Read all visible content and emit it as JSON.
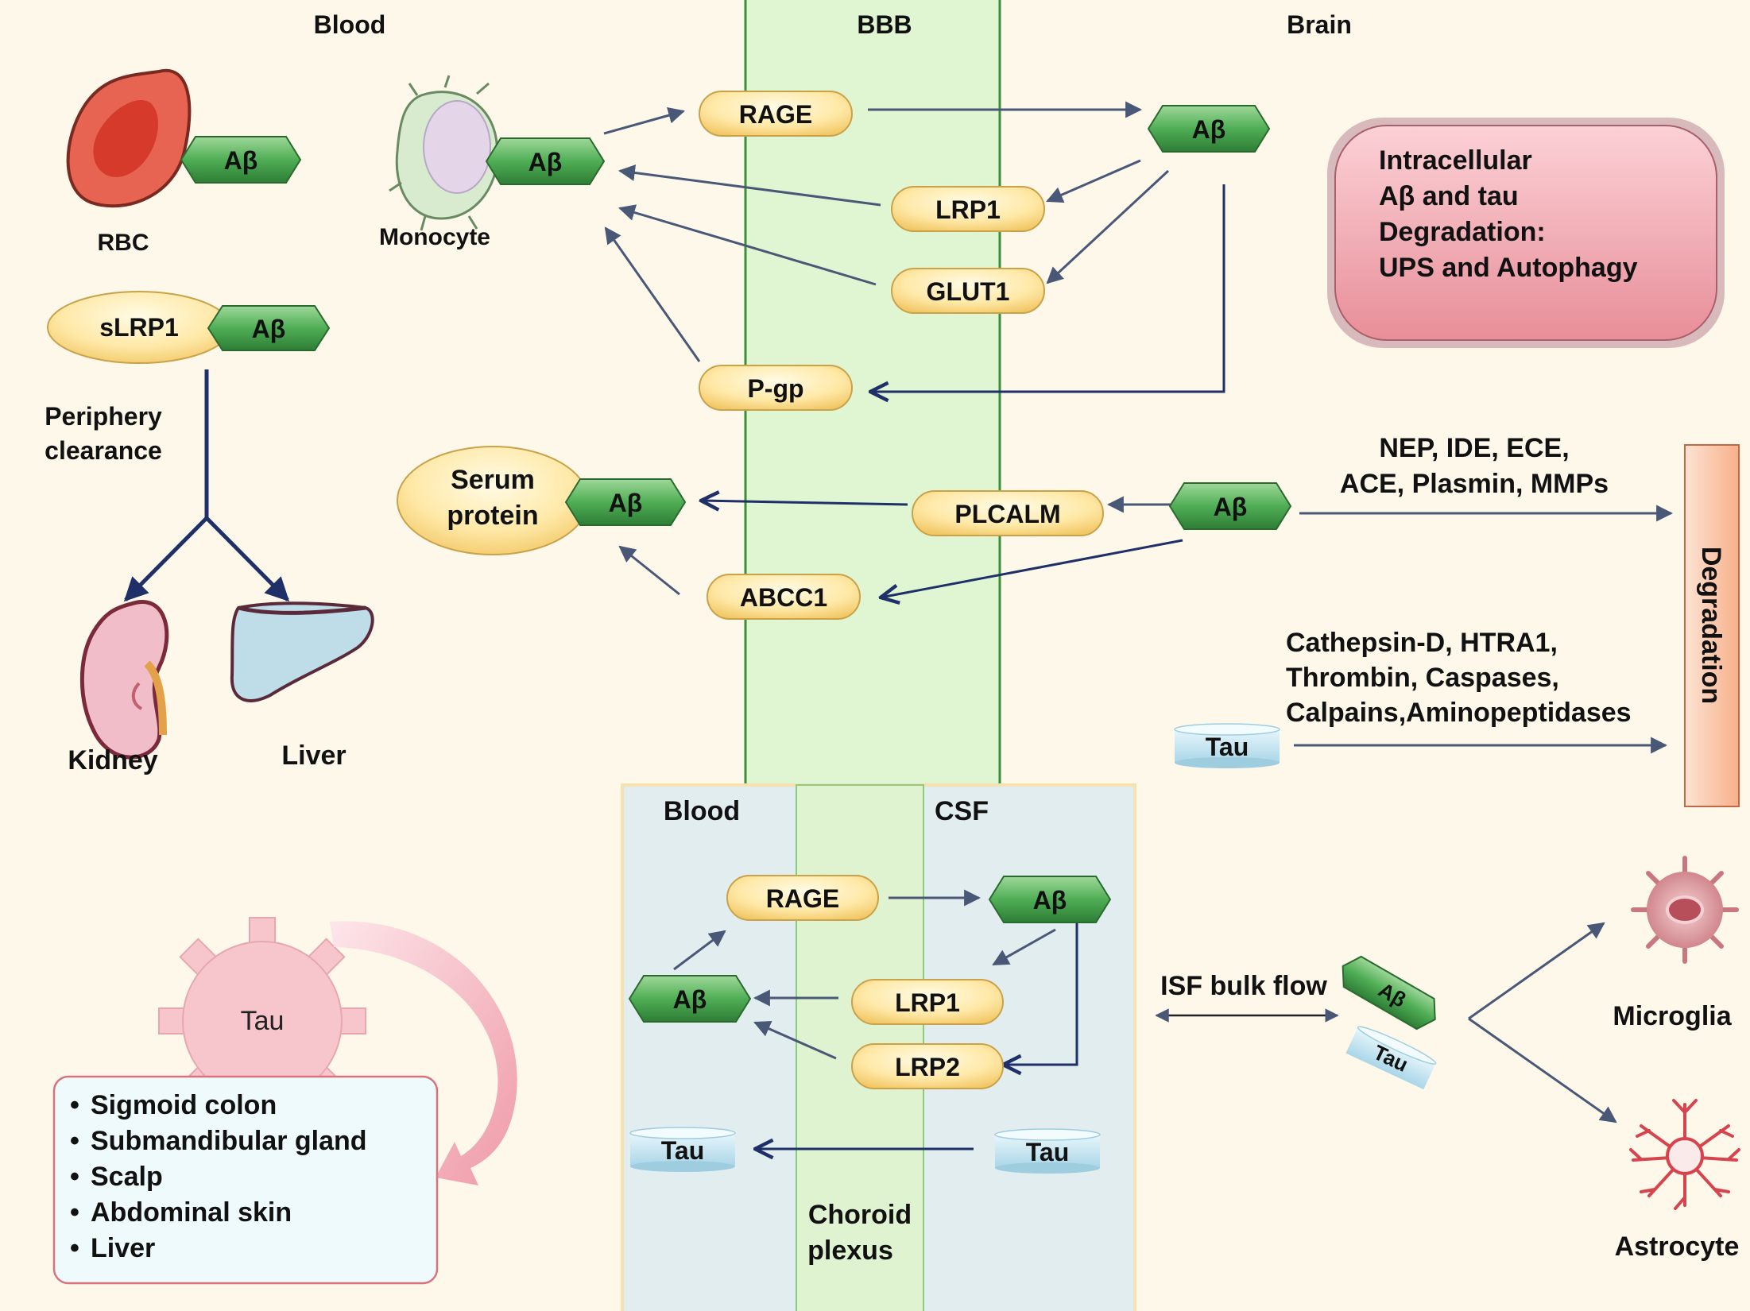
{
  "headers": {
    "blood": "Blood",
    "bbb": "BBB",
    "brain": "Brain"
  },
  "cells": {
    "rbc": "RBC",
    "monocyte": "Monocyte",
    "kidney": "Kidney",
    "liver": "Liver",
    "microglia": "Microglia",
    "astrocyte": "Astrocyte"
  },
  "abeta": "Aβ",
  "tau": "Tau",
  "slrp1": "sLRP1",
  "serum_protein": [
    "Serum",
    "protein"
  ],
  "periphery": [
    "Periphery",
    "clearance"
  ],
  "bbb_transporters": {
    "rage": "RAGE",
    "lrp1": "LRP1",
    "glut1": "GLUT1",
    "pgp": "P-gp",
    "plcalm": "PLCALM",
    "abcc1": "ABCC1"
  },
  "intracellular": [
    "Intracellular",
    "Aβ and tau",
    "Degradation:",
    "UPS and Autophagy"
  ],
  "enzymes_abeta": [
    "NEP, IDE, ECE,",
    "ACE, Plasmin, MMPs"
  ],
  "enzymes_tau": [
    "Cathepsin-D, HTRA1,",
    "Thrombin, Caspases,",
    "Calpains,Aminopeptidases"
  ],
  "degradation": "Degradation",
  "choroid": {
    "blood": "Blood",
    "csf": "CSF",
    "rage": "RAGE",
    "lrp1": "LRP1",
    "lrp2": "LRP2",
    "plexus": [
      "Choroid",
      "plexus"
    ]
  },
  "isf_bulk_flow": "ISF bulk flow",
  "tau_sites": [
    "Sigmoid colon",
    "Submandibular gland",
    "Scalp",
    "Abdominal skin",
    "Liver"
  ],
  "colors": {
    "background": "#fdf8ea",
    "bbb_band": "#e0f6d2",
    "choroid_panel": "#e2edf0",
    "abeta_green": "#3f9a48",
    "transporter_yellow": "#ffe7a3",
    "arrow": "#4a5878",
    "tau_blue": "#bfe1ef"
  }
}
